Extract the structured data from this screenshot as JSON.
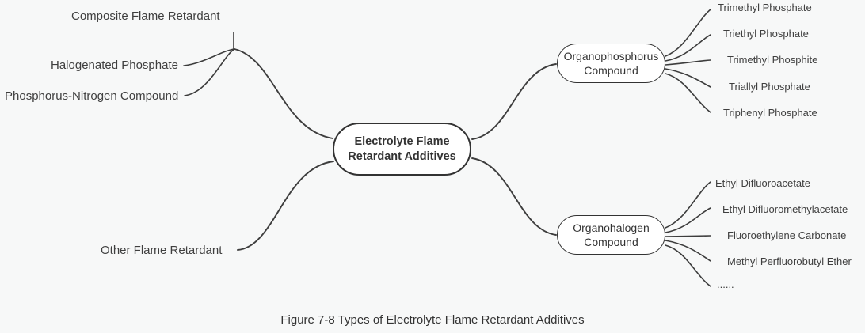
{
  "palette": {
    "background": "#f7f8f8",
    "line": "#3d3d3d",
    "text": "#3f3f3f",
    "node_fill": "#ffffff",
    "node_border": "#333333"
  },
  "root": {
    "label": "Electrolyte Flame Retardant Additives"
  },
  "branches": {
    "composite": {
      "label": "Composite Flame Retardant",
      "children": [
        {
          "label": "Halogenated Phosphate"
        },
        {
          "label": "Phosphorus-Nitrogen Compound"
        }
      ]
    },
    "other": {
      "label": "Other Flame Retardant"
    },
    "organophosphorus": {
      "label": "Organophosphorus Compound",
      "children": [
        {
          "label": "Trimethyl Phosphate"
        },
        {
          "label": "Triethyl Phosphate"
        },
        {
          "label": "Trimethyl Phosphite"
        },
        {
          "label": "Triallyl Phosphate"
        },
        {
          "label": "Triphenyl Phosphate"
        }
      ]
    },
    "organohalogen": {
      "label": "Organohalogen Compound",
      "children": [
        {
          "label": "Ethyl Difluoroacetate"
        },
        {
          "label": "Ethyl Difluoromethylacetate"
        },
        {
          "label": "Fluoroethylene Carbonate"
        },
        {
          "label": "Methyl Perfluorobutyl Ether"
        },
        {
          "label": "......"
        }
      ]
    }
  },
  "caption": "Figure 7-8 Types of Electrolyte Flame Retardant Additives"
}
